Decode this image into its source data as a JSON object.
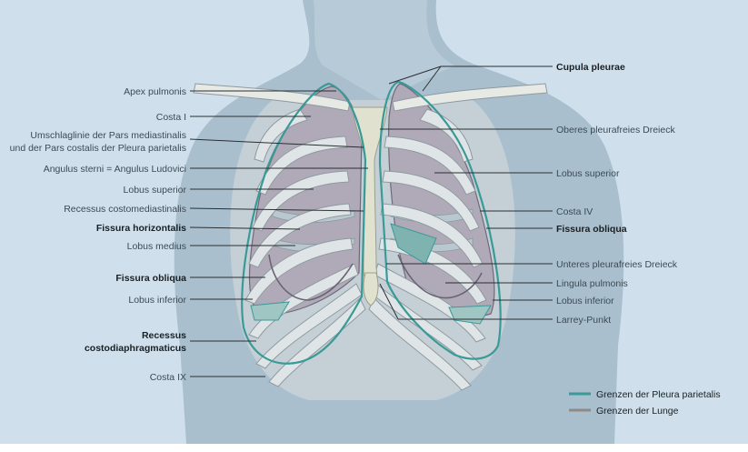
{
  "labels_left": [
    {
      "text": "Apex pulmonis",
      "bold": false
    },
    {
      "text": "Costa I",
      "bold": false
    },
    {
      "text": "Umschlaglinie der Pars mediastinalis",
      "bold": false
    },
    {
      "text": "und der Pars costalis der Pleura parietalis",
      "bold": false
    },
    {
      "text": "Angulus sterni = Angulus  Ludovici",
      "bold": false
    },
    {
      "text": "Lobus superior",
      "bold": false
    },
    {
      "text": "Recessus costomediastinalis",
      "bold": false
    },
    {
      "text": "Fissura horizontalis",
      "bold": true
    },
    {
      "text": "Lobus medius",
      "bold": false
    },
    {
      "text": "Fissura obliqua",
      "bold": true
    },
    {
      "text": "Lobus inferior",
      "bold": false
    },
    {
      "text": "Recessus",
      "bold": true
    },
    {
      "text": "costodiaphragmaticus",
      "bold": true
    },
    {
      "text": "Costa IX",
      "bold": false
    }
  ],
  "labels_right": [
    {
      "text": "Cupula pleurae",
      "bold": true
    },
    {
      "text": "Oberes pleurafreies Dreieck",
      "bold": false
    },
    {
      "text": "Lobus superior",
      "bold": false
    },
    {
      "text": "Costa IV",
      "bold": false
    },
    {
      "text": "Fissura obliqua",
      "bold": true
    },
    {
      "text": "Unteres pleurafreies Dreieck",
      "bold": false
    },
    {
      "text": "Lingula pulmonis",
      "bold": false
    },
    {
      "text": "Lobus inferior",
      "bold": false
    },
    {
      "text": "Larrey-Punkt",
      "bold": false
    }
  ],
  "legend": [
    {
      "text": "Grenzen der Pleura parietalis",
      "color": "#3a9a98"
    },
    {
      "text": "Grenzen der Lunge",
      "color": "#8f8a86"
    }
  ],
  "colors": {
    "background": "#cfe0ec",
    "skin": "#9fb6c6",
    "pleura": "#3a9a98",
    "lung": "#b0aab8"
  }
}
